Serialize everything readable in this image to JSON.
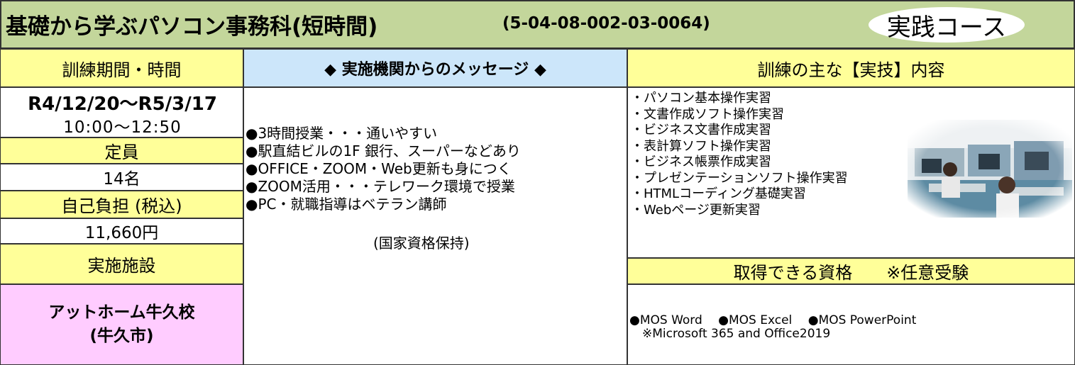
{
  "header": {
    "title": "基礎から学ぶパソコン事務科(短時間)",
    "code": "(5-04-08-002-03-0064)",
    "course_badge": "実践コース"
  },
  "left": {
    "period_label": "訓練期間・時間",
    "dates": "R4/12/20～R5/3/17",
    "hours": "10:00～12:50",
    "capacity_label": "定員",
    "capacity": "14名",
    "cost_label": "自己負担 (税込)",
    "cost": "11,660円",
    "facility_label": "実施施設",
    "facility_name": "アットホーム牛久校",
    "facility_city": "(牛久市)"
  },
  "message": {
    "header": "◆ 実施機関からのメッセージ ◆",
    "items": [
      "●3時間授業・・・通いやすい",
      "●駅直結ビルの1F 銀行、スーパーなどあり",
      "●OFFICE・ZOOM・Web更新も身につく",
      "●ZOOM活用・・・テレワーク環境で授業",
      "●PC・就職指導はベテラン講師"
    ],
    "note": "(国家資格保持)"
  },
  "skills": {
    "header": "訓練の主な【実技】内容",
    "items": [
      "・パソコン基本操作実習",
      "・文書作成ソフト操作実習",
      "・ビジネス文書作成実習",
      "・表計算ソフト操作実習",
      "・ビジネス帳票作成実習",
      "・プレゼンテーションソフト操作実習",
      "・HTMLコーディング基礎実習",
      "・Webページ更新実習"
    ]
  },
  "qualifications": {
    "header": "取得できる資格　　※任意受験",
    "line1": "●MOS Word　 ●MOS Excel　 ●MOS PowerPoint",
    "line2": "※Microsoft 365 and Office2019"
  }
}
